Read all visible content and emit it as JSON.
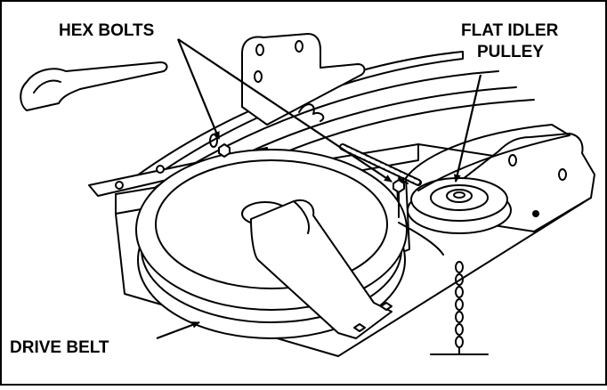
{
  "labels": {
    "hex_bolts": "HEX BOLTS",
    "flat_idler_line1": "FLAT IDLER",
    "flat_idler_line2": "PULLEY",
    "drive_belt": "DRIVE BELT"
  },
  "colors": {
    "line": "#000000",
    "fill": "#ffffff",
    "frame_border": "#000000"
  }
}
